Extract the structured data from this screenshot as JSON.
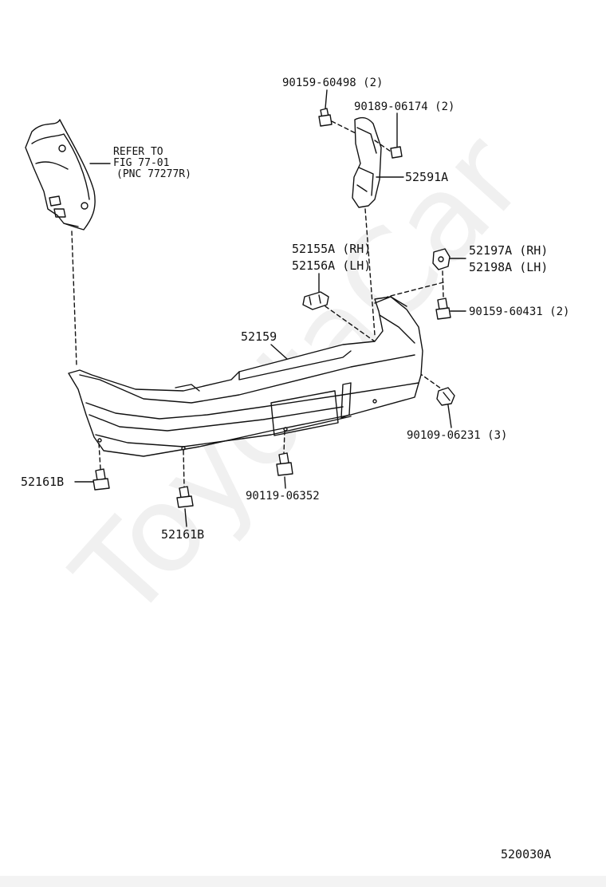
{
  "watermark": "ToyotaCar",
  "figure_code": "520030A",
  "refer": {
    "line1": "REFER TO",
    "line2": "FIG 77-01",
    "line3": "(PNC 77277R)"
  },
  "labels": {
    "bolt_60498": "90159-60498 (2)",
    "nut_06174": "90189-06174 (2)",
    "bracket_52591a": "52591A",
    "retainer_rh": "52155A (RH)",
    "retainer_lh": "52156A (LH)",
    "support_rh": "52197A (RH)",
    "support_lh": "52198A (LH)",
    "bolt_60431": "90159-60431 (2)",
    "cover_52159": "52159",
    "screw_06231": "90109-06231 (3)",
    "clip_left": "52161B",
    "clip_center": "52161B",
    "bolt_06352": "90119-06352"
  }
}
